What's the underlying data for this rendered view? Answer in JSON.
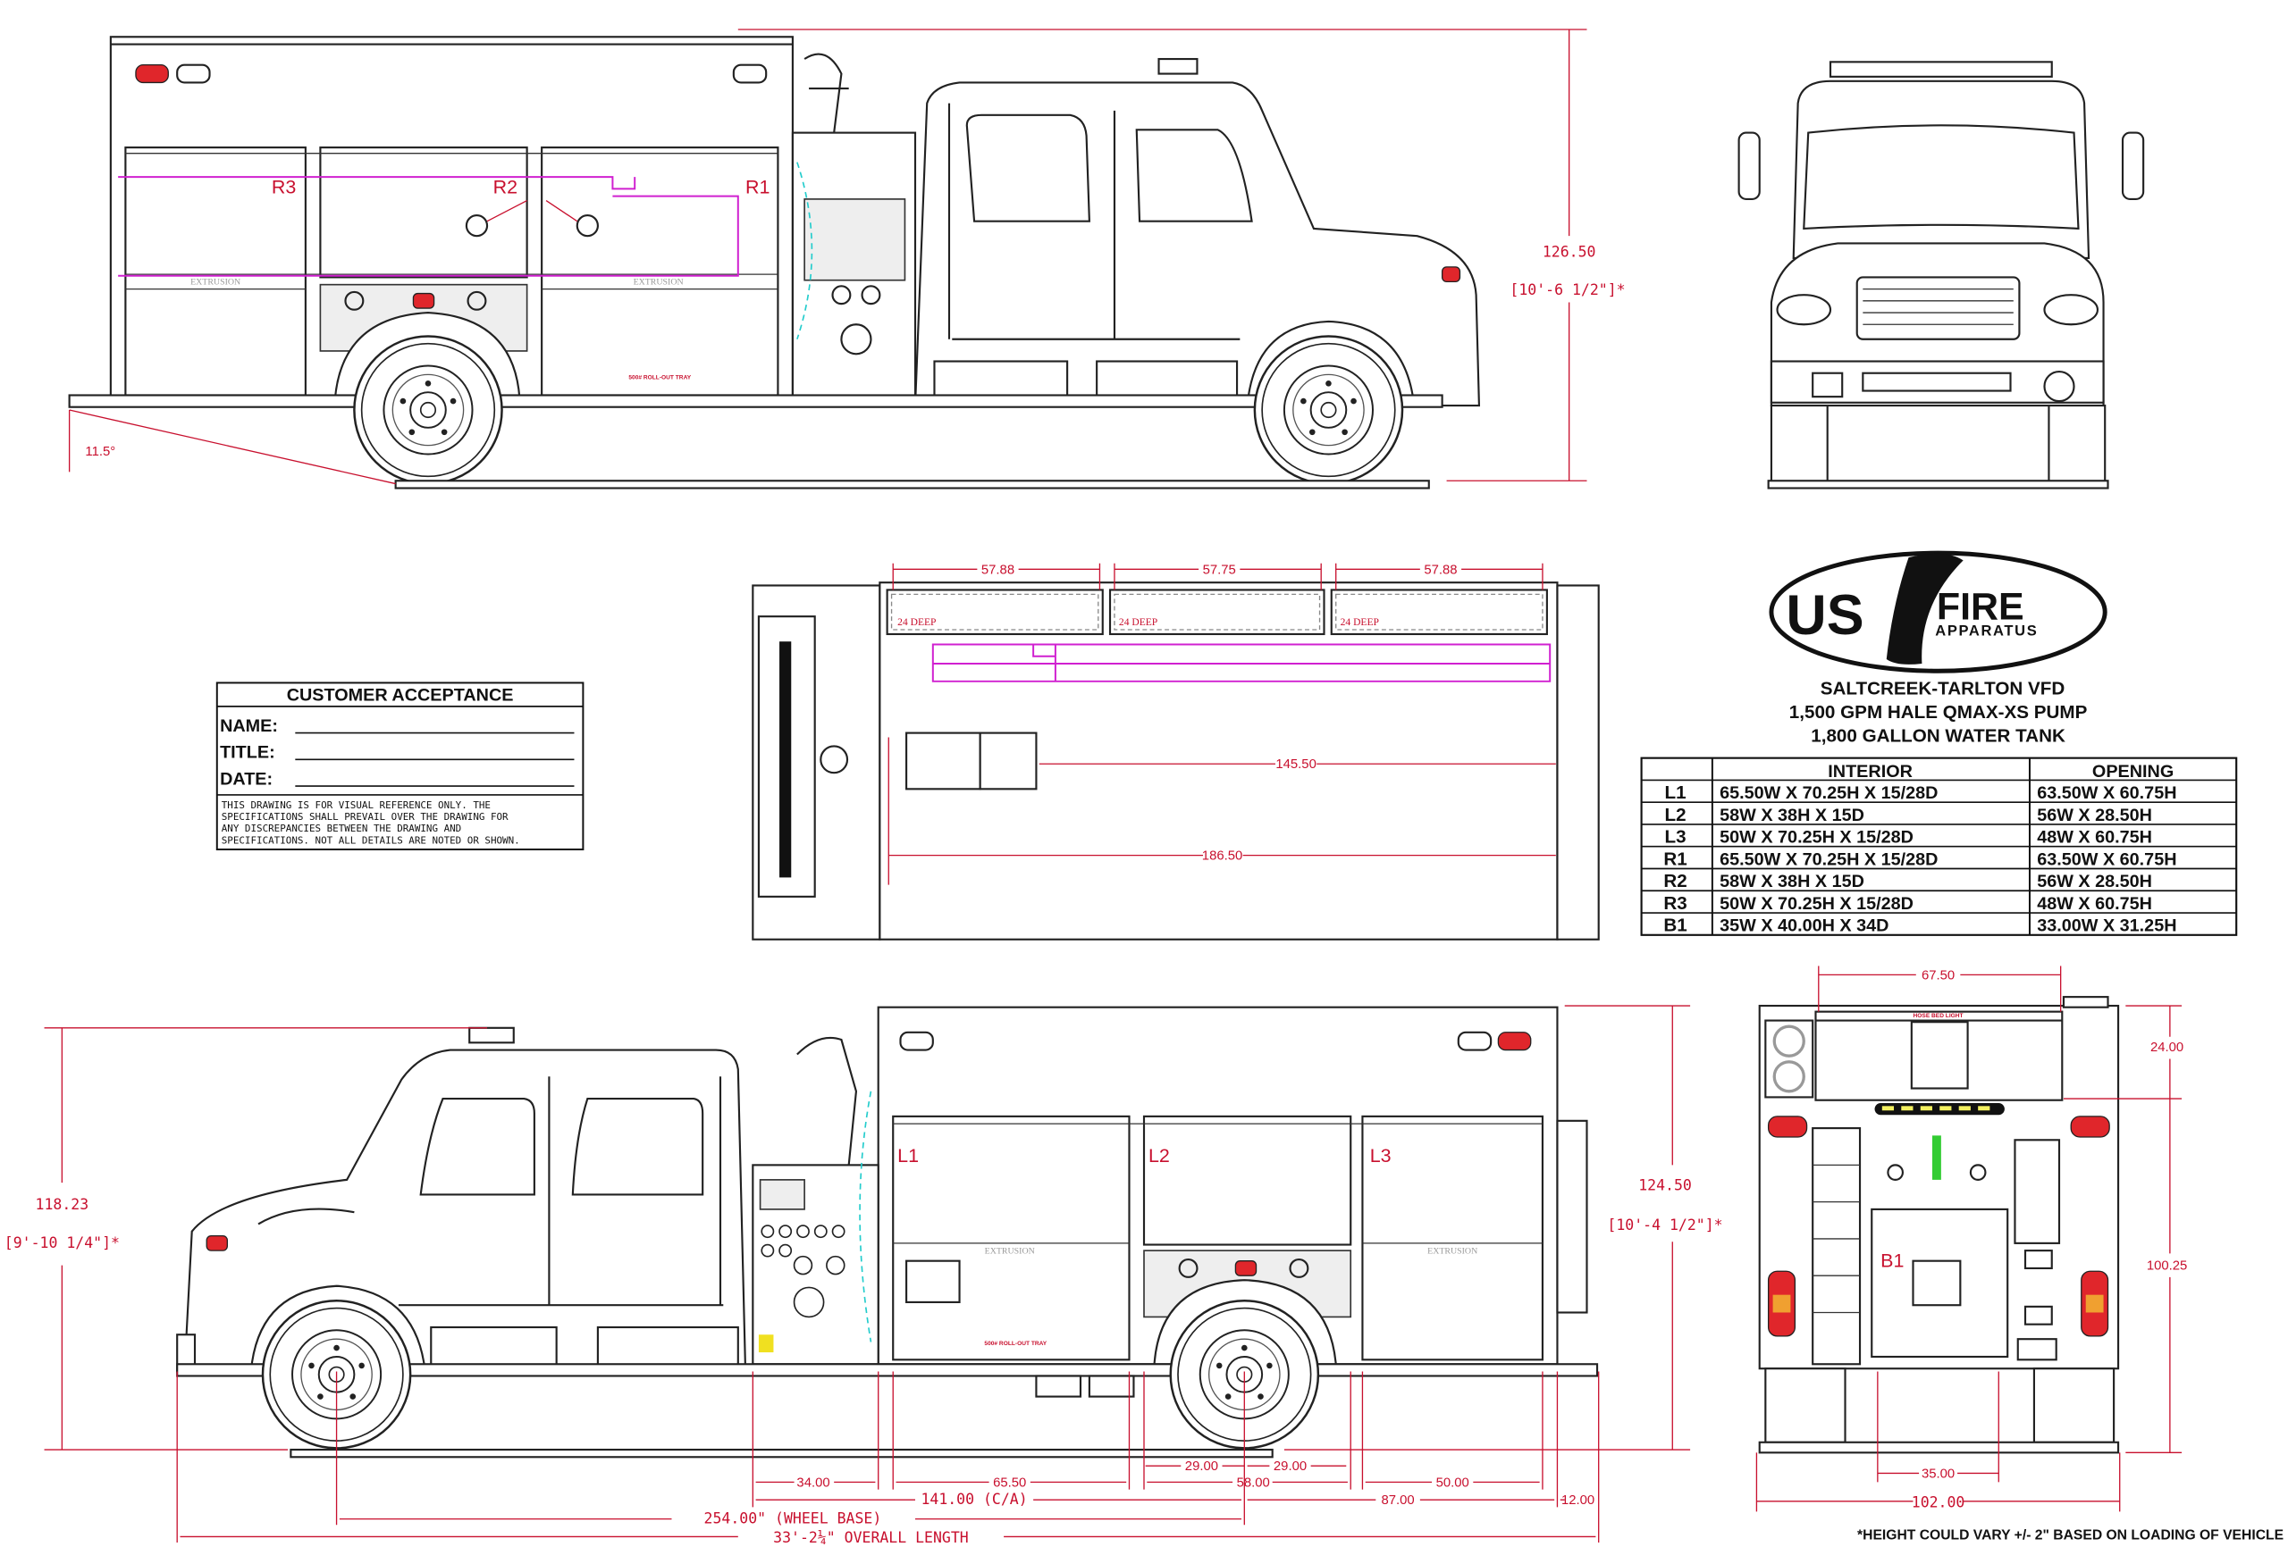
{
  "side_view_right": {
    "compartments": [
      "R3",
      "R2",
      "R1"
    ],
    "extrusion_label": "EXTRUSION",
    "tray_label": "500# ROLL-OUT TRAY",
    "angle_label": "11.5°",
    "height_value": "126.50",
    "height_imperial": "[10'-6 1/2\"]*"
  },
  "top_view": {
    "compartment_widths": [
      "57.88",
      "57.75",
      "57.88"
    ],
    "depth_label": "24 DEEP",
    "inner_length": "145.50",
    "overall_body_length": "186.50"
  },
  "customer_acceptance": {
    "title": "CUSTOMER ACCEPTANCE",
    "fields": [
      "NAME:",
      "TITLE:",
      "DATE:"
    ],
    "disclaimer": [
      "THIS DRAWING IS FOR VISUAL REFERENCE ONLY. THE",
      "SPECIFICATIONS SHALL PREVAIL OVER THE DRAWING FOR",
      "ANY DISCREPANCIES BETWEEN THE DRAWING AND",
      "SPECIFICATIONS. NOT ALL DETAILS ARE NOTED OR SHOWN."
    ]
  },
  "logo": {
    "us": "US",
    "fire": "FIRE",
    "apparatus": "APPARATUS"
  },
  "project": {
    "department": "SALTCREEK-TARLTON VFD",
    "pump": "1,500 GPM HALE QMAX-XS PUMP",
    "tank": "1,800 GALLON WATER TANK"
  },
  "compartment_table": {
    "headers": [
      "",
      "INTERIOR",
      "OPENING"
    ],
    "rows": [
      [
        "L1",
        "65.50W X 70.25H X 15/28D",
        "63.50W X 60.75H"
      ],
      [
        "L2",
        "58W X 38H X 15D",
        "56W X 28.50H"
      ],
      [
        "L3",
        "50W X 70.25H X 15/28D",
        "48W X 60.75H"
      ],
      [
        "R1",
        "65.50W X 70.25H X 15/28D",
        "63.50W X 60.75H"
      ],
      [
        "R2",
        "58W X 38H X 15D",
        "56W X 28.50H"
      ],
      [
        "R3",
        "50W X 70.25H X 15/28D",
        "48W X 60.75H"
      ],
      [
        "B1",
        "35W X 40.00H X 34D",
        "33.00W X 31.25H"
      ]
    ]
  },
  "side_view_left": {
    "compartments": [
      "L1",
      "L2",
      "L3"
    ],
    "extrusion_label": "EXTRUSION",
    "tray_label": "500# ROLL-OUT TRAY",
    "height_left_value": "118.23",
    "height_left_imperial": "[9'-10 1/4\"]*",
    "height_right_value": "124.50",
    "height_right_imperial": "[10'-4 1/2\"]*",
    "dims": {
      "wheel_well_a": "29.00",
      "wheel_well_b": "29.00",
      "pump_panel": "34.00",
      "l1_width": "65.50",
      "l2_width": "58.00",
      "l3_width": "50.00",
      "cab_to_axle": "141.00 (C/A)",
      "axle_to_rear": "87.00",
      "rear_overhang": "12.00",
      "wheel_base": "254.00\" (WHEEL BASE)",
      "overall_length": "33'-2¼\" OVERALL LENGTH"
    }
  },
  "rear_view": {
    "hose_bed_width": "67.50",
    "hose_bed_light": "HOSE BED LIGHT",
    "hose_bed_height": "24.00",
    "body_height": "100.25",
    "compartment": "B1",
    "axle_width": "35.00",
    "overall_width": "102.00"
  },
  "footnote": "*HEIGHT COULD VARY +/- 2\" BASED ON LOADING OF VEHICLE",
  "colors": {
    "dimension": "#c8102e",
    "layout_line": "#d020d0",
    "lights": "#e0262b"
  }
}
